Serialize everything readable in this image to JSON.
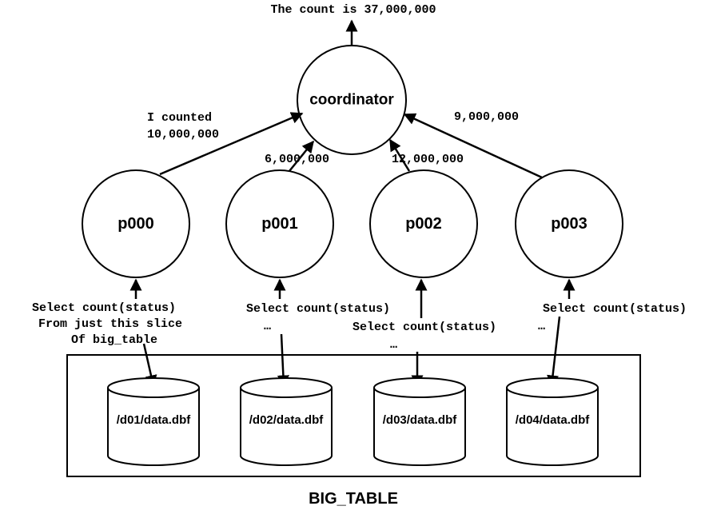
{
  "result": "The count is 37,000,000",
  "coordinator": "coordinator",
  "processes": [
    {
      "name": "p000",
      "reported": "I counted",
      "reported2": "10,000,000",
      "query": [
        "Select count(status)",
        "From just this slice",
        "Of big_table"
      ]
    },
    {
      "name": "p001",
      "reported": "6,000,000",
      "query": [
        "Select count(status)",
        "…"
      ]
    },
    {
      "name": "p002",
      "reported": "12,000,000",
      "query": [
        "Select count(status)",
        "…"
      ]
    },
    {
      "name": "p003",
      "reported": "9,000,000",
      "query": [
        "Select count(status)",
        "…"
      ]
    }
  ],
  "files": [
    "/d01/data.dbf",
    "/d02/data.dbf",
    "/d03/data.dbf",
    "/d04/data.dbf"
  ],
  "table": "BIG_TABLE",
  "colors": {
    "stroke": "#000000",
    "background": "#ffffff"
  }
}
